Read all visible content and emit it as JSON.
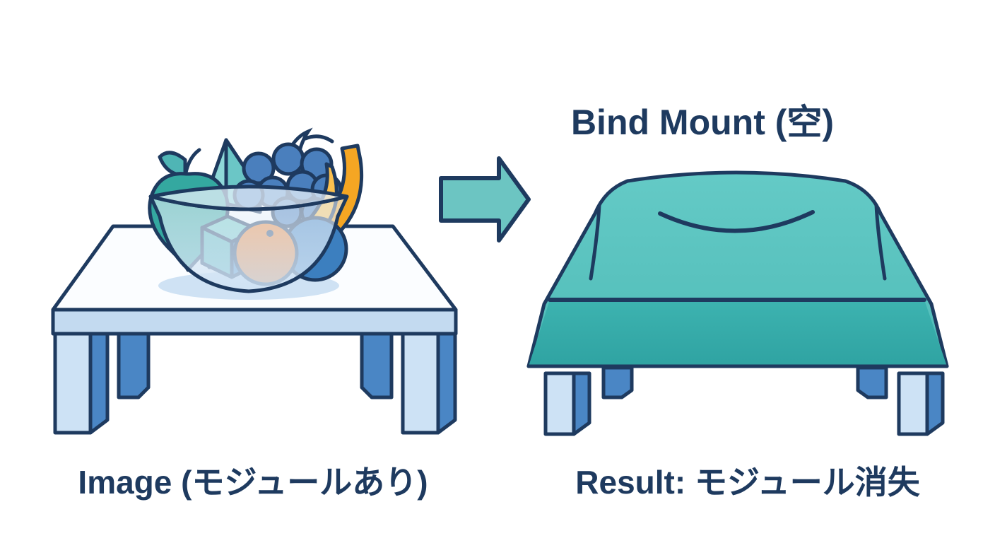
{
  "diagram": {
    "title_right": "Bind Mount (空)",
    "label_left": "Image (モジュールあり)",
    "label_right": "Result: モジュール消失",
    "flow_arrow": "arrow-right-icon",
    "colors": {
      "outline_navy": "#1e3a5f",
      "background": "#ffffff",
      "table_top": "#fbfdff",
      "table_apron": "#c3daf0",
      "leg_front": "#cde2f5",
      "leg_side": "#4a86c5",
      "leg_back": "#4a86c5",
      "arrow_fill": "#6cc5c2",
      "cloth_top": "#5bc4c0",
      "cloth_skirt": "#35aaa8",
      "bowl_glass": "#dbe9f7",
      "bowl_glass_light": "#eef5fc",
      "shadow": "#cfe2f4",
      "apple_teal": "#34a8a0",
      "apple_teal_dark": "#2e968f",
      "pyramid_cyan": "#8fd8d8",
      "pyramid_cyan_dark": "#6bc6c6",
      "cube_top": "#6fc9c4",
      "cube_left": "#4fb5b5",
      "cube_right": "#3f86c0",
      "grape_blue": "#4a7fbd",
      "grape_blue_dark": "#3d6fa8",
      "banana_orange": "#f5a623",
      "banana_yellow": "#fbc04e",
      "orange_fruit": "#f4812a",
      "pear_blue": "#3c7fbf"
    }
  },
  "left_scene": {
    "name": "fruit-bowl-on-table",
    "items": [
      {
        "name": "apple",
        "color_label": "teal"
      },
      {
        "name": "pyramid",
        "color_label": "cyan"
      },
      {
        "name": "cube",
        "color_label": "teal-blue"
      },
      {
        "name": "grapes",
        "color_label": "blue"
      },
      {
        "name": "banana-back",
        "color_label": "orange"
      },
      {
        "name": "banana-front",
        "color_label": "yellow"
      },
      {
        "name": "orange",
        "color_label": "orange"
      },
      {
        "name": "pear",
        "color_label": "blue"
      }
    ]
  },
  "right_scene": {
    "name": "covered-table",
    "items": [
      {
        "name": "cloth-cover",
        "color_label": "teal"
      },
      {
        "name": "cloth-skirt",
        "color_label": "dark-teal"
      }
    ]
  }
}
